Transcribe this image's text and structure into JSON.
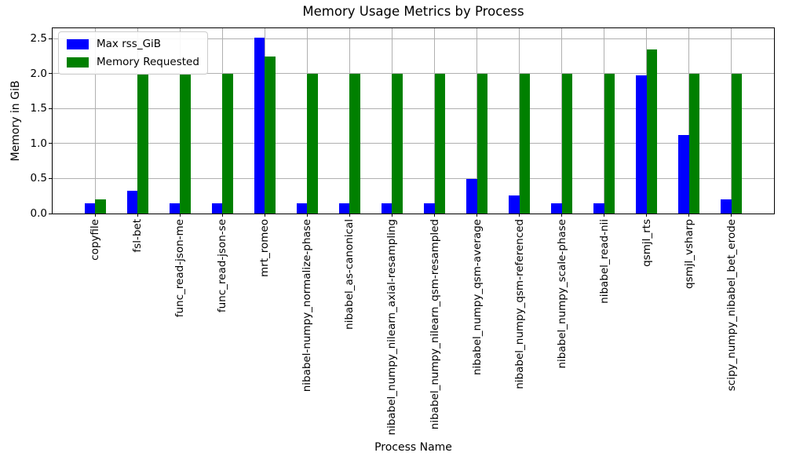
{
  "figure": {
    "title": "Memory Usage Metrics by Process",
    "xlabel": "Process Name",
    "ylabel": "Memory in GiB"
  },
  "chart_data": {
    "type": "bar",
    "title": "Memory Usage Metrics by Process",
    "xlabel": "Process Name",
    "ylabel": "Memory in GiB",
    "categories": [
      "copyfile",
      "fsl-bet",
      "func_read-json-me",
      "func_read-json-se",
      "mrt_romeo",
      "nibabel-numpy_normalize-phase",
      "nibabel_as-canonical",
      "nibabel_numpy_nilearn_axial-resampling",
      "nibabel_numpy_nilearn_qsm-resampled",
      "nibabel_numpy_qsm-average",
      "nibabel_numpy_qsm-referenced",
      "nibabel_numpy_scale-phase",
      "nibabel_read-nii",
      "qsmjl_rts",
      "qsmjl_vsharp",
      "scipy_numpy_nibabel_bet_erode"
    ],
    "series": [
      {
        "name": "Max rss_GiB",
        "color": "#0000ff",
        "values": [
          0.15,
          0.33,
          0.15,
          0.15,
          2.52,
          0.15,
          0.15,
          0.15,
          0.15,
          0.49,
          0.26,
          0.15,
          0.15,
          1.98,
          1.12,
          0.2
        ]
      },
      {
        "name": "Memory Requested",
        "color": "#008000",
        "values": [
          0.2,
          2.0,
          2.0,
          2.0,
          2.25,
          2.0,
          2.0,
          2.0,
          2.0,
          2.0,
          2.0,
          2.0,
          2.0,
          2.35,
          2.0,
          2.0
        ]
      }
    ],
    "ylim": [
      0,
      2.65
    ],
    "yticks": [
      0.0,
      0.5,
      1.0,
      1.5,
      2.0,
      2.5
    ],
    "ytick_labels": [
      "0.0",
      "0.5",
      "1.0",
      "1.5",
      "2.0",
      "2.5"
    ],
    "grid": true,
    "legend_position": "upper left",
    "colors": {
      "grid": "#b0b0b0",
      "spine": "#000000",
      "background": "#ffffff",
      "legend_border": "#cccccc"
    }
  }
}
